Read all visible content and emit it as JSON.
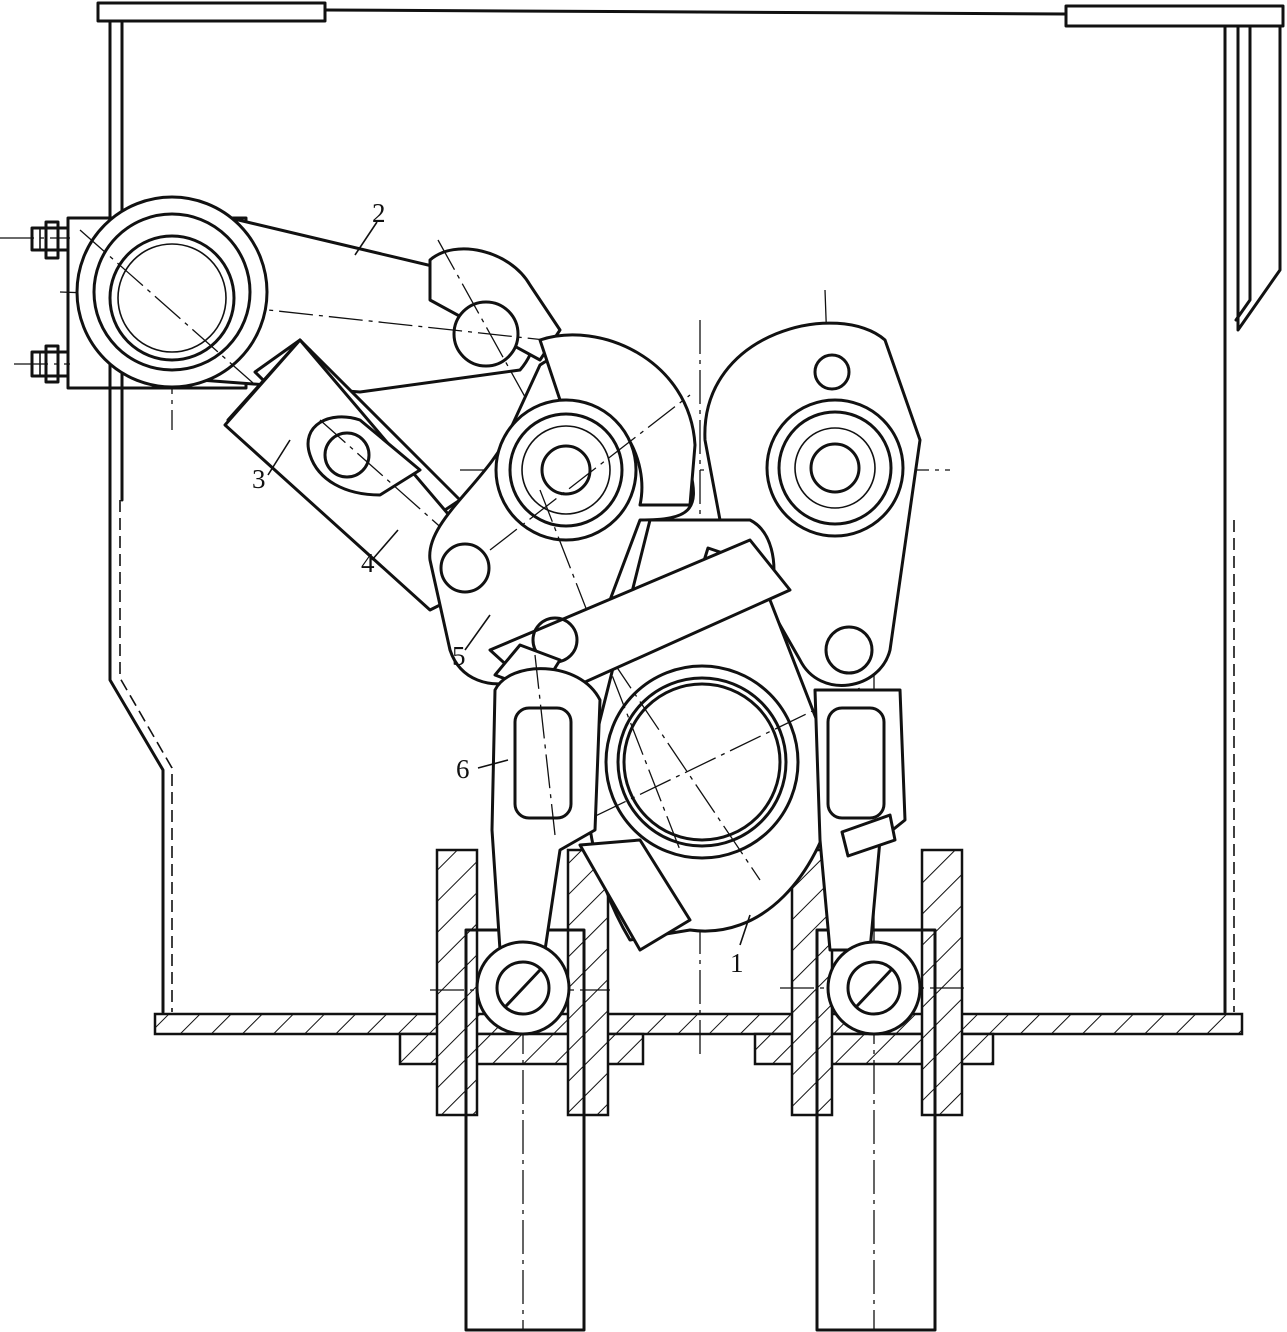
{
  "labels": {
    "part1": "1",
    "part2": "2",
    "part3": "3",
    "part4": "4",
    "part5": "5",
    "part6": "6"
  }
}
